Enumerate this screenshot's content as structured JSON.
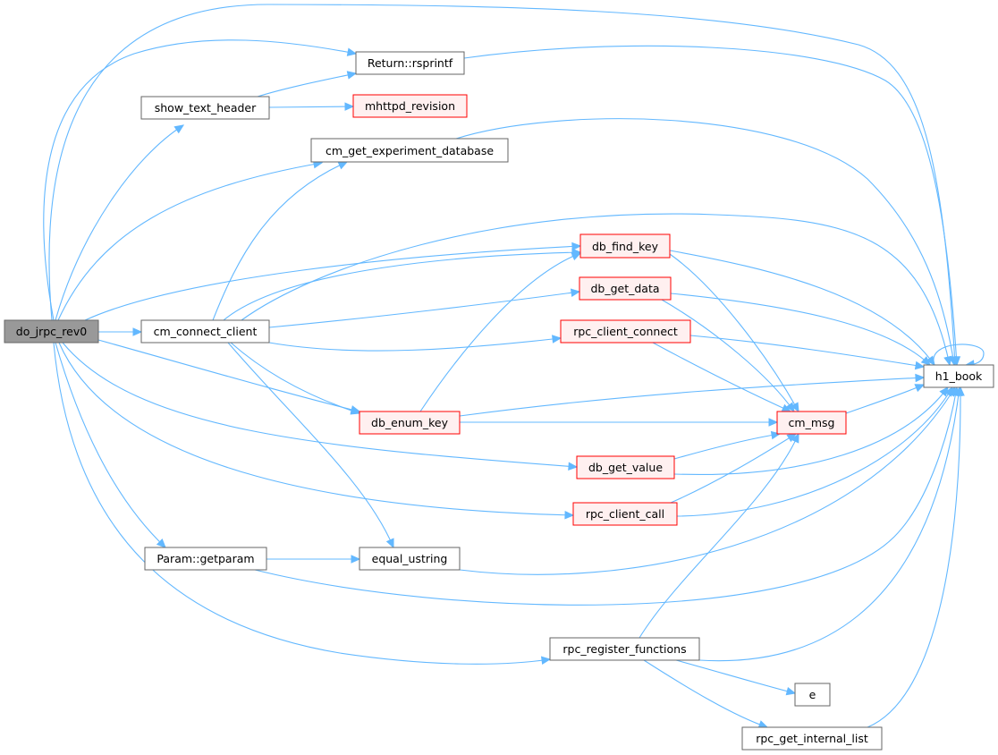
{
  "colors": {
    "edge": "#63b8ff",
    "node_border": "#666666",
    "node_fill": "#ffffff",
    "truncated_border": "#ff0000",
    "truncated_fill": "#fff0f0",
    "root_fill": "#999999"
  },
  "nodes": {
    "do_jrpc_rev0": {
      "label": "do_jrpc_rev0",
      "kind": "root"
    },
    "show_text_header": {
      "label": "show_text_header",
      "kind": "normal"
    },
    "return_rsprintf": {
      "label": "Return::rsprintf",
      "kind": "normal"
    },
    "mhttpd_revision": {
      "label": "mhttpd_revision",
      "kind": "truncated"
    },
    "cm_get_experiment_database": {
      "label": "cm_get_experiment_database",
      "kind": "normal"
    },
    "cm_connect_client": {
      "label": "cm_connect_client",
      "kind": "normal"
    },
    "db_find_key": {
      "label": "db_find_key",
      "kind": "truncated"
    },
    "db_get_data": {
      "label": "db_get_data",
      "kind": "truncated"
    },
    "rpc_client_connect": {
      "label": "rpc_client_connect",
      "kind": "truncated"
    },
    "db_enum_key": {
      "label": "db_enum_key",
      "kind": "truncated"
    },
    "cm_msg": {
      "label": "cm_msg",
      "kind": "truncated"
    },
    "db_get_value": {
      "label": "db_get_value",
      "kind": "truncated"
    },
    "rpc_client_call": {
      "label": "rpc_client_call",
      "kind": "truncated"
    },
    "param_getparam": {
      "label": "Param::getparam",
      "kind": "normal"
    },
    "equal_ustring": {
      "label": "equal_ustring",
      "kind": "normal"
    },
    "h1_book": {
      "label": "h1_book",
      "kind": "normal"
    },
    "rpc_register_functions": {
      "label": "rpc_register_functions",
      "kind": "normal"
    },
    "e": {
      "label": "e",
      "kind": "normal"
    },
    "rpc_get_internal_list": {
      "label": "rpc_get_internal_list",
      "kind": "normal"
    }
  },
  "edges": [
    {
      "from": "do_jrpc_rev0",
      "to": "show_text_header"
    },
    {
      "from": "do_jrpc_rev0",
      "to": "return_rsprintf"
    },
    {
      "from": "do_jrpc_rev0",
      "to": "h1_book"
    },
    {
      "from": "do_jrpc_rev0",
      "to": "cm_get_experiment_database"
    },
    {
      "from": "do_jrpc_rev0",
      "to": "db_find_key"
    },
    {
      "from": "do_jrpc_rev0",
      "to": "cm_connect_client"
    },
    {
      "from": "do_jrpc_rev0",
      "to": "db_enum_key"
    },
    {
      "from": "do_jrpc_rev0",
      "to": "db_get_value"
    },
    {
      "from": "do_jrpc_rev0",
      "to": "rpc_client_call"
    },
    {
      "from": "do_jrpc_rev0",
      "to": "param_getparam"
    },
    {
      "from": "do_jrpc_rev0",
      "to": "rpc_register_functions"
    },
    {
      "from": "show_text_header",
      "to": "return_rsprintf"
    },
    {
      "from": "show_text_header",
      "to": "mhttpd_revision"
    },
    {
      "from": "return_rsprintf",
      "to": "h1_book"
    },
    {
      "from": "cm_get_experiment_database",
      "to": "h1_book"
    },
    {
      "from": "cm_connect_client",
      "to": "cm_get_experiment_database"
    },
    {
      "from": "cm_connect_client",
      "to": "db_find_key"
    },
    {
      "from": "cm_connect_client",
      "to": "db_get_data"
    },
    {
      "from": "cm_connect_client",
      "to": "rpc_client_connect"
    },
    {
      "from": "cm_connect_client",
      "to": "db_enum_key"
    },
    {
      "from": "cm_connect_client",
      "to": "equal_ustring"
    },
    {
      "from": "cm_connect_client",
      "to": "h1_book"
    },
    {
      "from": "db_find_key",
      "to": "h1_book"
    },
    {
      "from": "db_find_key",
      "to": "cm_msg"
    },
    {
      "from": "db_get_data",
      "to": "h1_book"
    },
    {
      "from": "db_get_data",
      "to": "cm_msg"
    },
    {
      "from": "rpc_client_connect",
      "to": "h1_book"
    },
    {
      "from": "rpc_client_connect",
      "to": "cm_msg"
    },
    {
      "from": "db_enum_key",
      "to": "db_find_key"
    },
    {
      "from": "db_enum_key",
      "to": "cm_msg"
    },
    {
      "from": "db_enum_key",
      "to": "h1_book"
    },
    {
      "from": "cm_msg",
      "to": "h1_book"
    },
    {
      "from": "db_get_value",
      "to": "cm_msg"
    },
    {
      "from": "db_get_value",
      "to": "h1_book"
    },
    {
      "from": "rpc_client_call",
      "to": "cm_msg"
    },
    {
      "from": "rpc_client_call",
      "to": "h1_book"
    },
    {
      "from": "param_getparam",
      "to": "equal_ustring"
    },
    {
      "from": "param_getparam",
      "to": "h1_book"
    },
    {
      "from": "equal_ustring",
      "to": "h1_book"
    },
    {
      "from": "rpc_register_functions",
      "to": "cm_msg"
    },
    {
      "from": "rpc_register_functions",
      "to": "h1_book"
    },
    {
      "from": "rpc_register_functions",
      "to": "e"
    },
    {
      "from": "rpc_register_functions",
      "to": "rpc_get_internal_list"
    },
    {
      "from": "rpc_get_internal_list",
      "to": "h1_book"
    },
    {
      "from": "h1_book",
      "to": "h1_book"
    }
  ]
}
